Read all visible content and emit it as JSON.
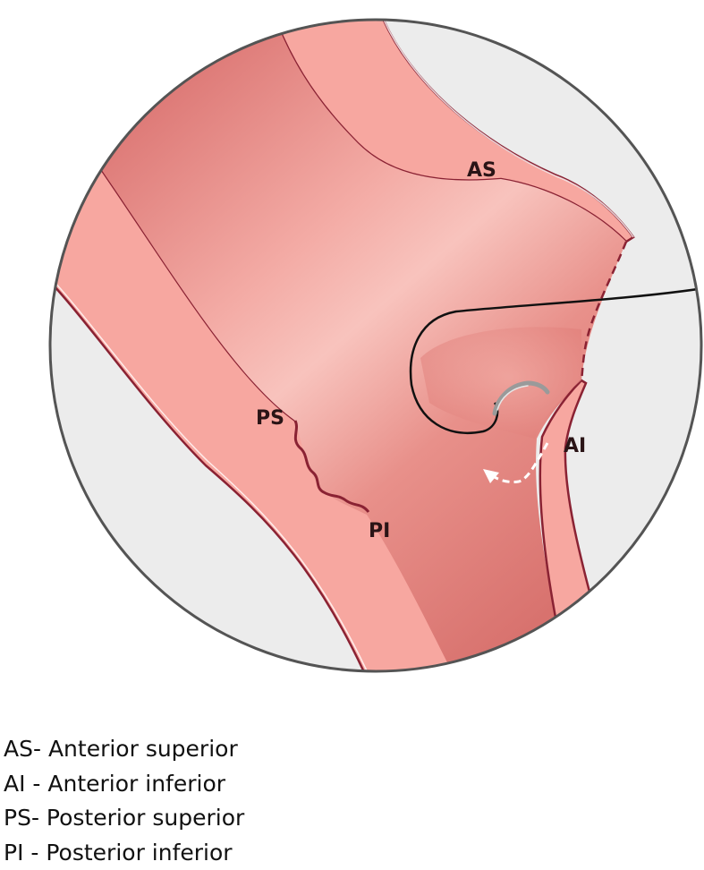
{
  "labels": {
    "as": "AS",
    "ai": "AI",
    "ps": "PS",
    "pi": "PI"
  },
  "legend": [
    "AS- Anterior superior",
    "AI - Anterior inferior",
    "PS- Posterior superior",
    "PI - Posterior inferior"
  ],
  "colors": {
    "background": "#ececec",
    "wall": "#f7a7a0",
    "wall_edge": "#8a2233",
    "lumen": "#e4857f",
    "lumen_highlight": "#f8c3bd",
    "border": "#545454",
    "suture": "#111111",
    "needle": "#a0a0a0"
  }
}
